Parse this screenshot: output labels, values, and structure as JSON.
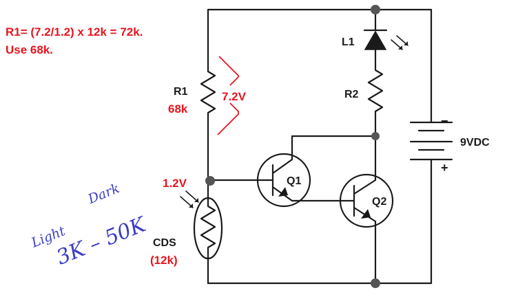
{
  "annotations": {
    "calc_line1": "R1= (7.2/1.2) x 12k = 72k.",
    "calc_line2": "Use 68k.",
    "r1_value": "68k",
    "r1_voltage": "7.2V",
    "node_voltage": "1.2V",
    "cds_value": "(12k)"
  },
  "labels": {
    "led": "L1",
    "r1": "R1",
    "r2": "R2",
    "battery": "9VDC",
    "battery_minus": "−",
    "battery_plus": "+",
    "q1": "Q1",
    "q2": "Q2",
    "cds": "CDS"
  },
  "handwriting": {
    "light": "Light",
    "dark": "Dark",
    "range": "3K – 50K"
  },
  "colors": {
    "annotation": "#e8141e",
    "ink": "#1a1a1a",
    "handwriting": "#3c3cc8"
  }
}
